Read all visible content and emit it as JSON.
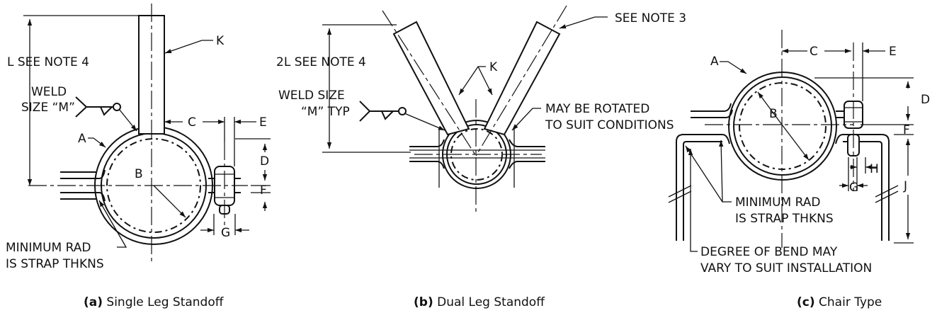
{
  "panel_a": {
    "label_l": "L SEE NOTE 4",
    "label_weld_1": "WELD",
    "label_weld_2": "SIZE “M”",
    "label_k": "K",
    "label_c": "C",
    "label_e": "E",
    "label_a": "A",
    "label_b": "B",
    "label_d": "D",
    "label_f": "F",
    "label_g": "G",
    "label_minrad_1": "MINIMUM RAD",
    "label_minrad_2": "IS STRAP THKNS",
    "caption_bold": "(a)",
    "caption_text": " Single Leg Standoff"
  },
  "panel_b": {
    "label_note3": "SEE NOTE 3",
    "label_2l": "2L SEE NOTE 4",
    "label_k": "K",
    "label_weld_1": "WELD SIZE",
    "label_weld_2": "“M” TYP",
    "label_rot_1": "MAY BE ROTATED",
    "label_rot_2": "TO SUIT CONDITIONS",
    "caption_bold": "(b)",
    "caption_text": " Dual Leg Standoff"
  },
  "panel_c": {
    "label_c": "C",
    "label_e": "E",
    "label_a": "A",
    "label_b": "B",
    "label_d": "D",
    "label_f": "F",
    "label_h": "H",
    "label_g": "G",
    "label_j": "J",
    "label_minrad_1": "MINIMUM RAD",
    "label_minrad_2": "IS STRAP THKNS",
    "label_bend_1": "DEGREE OF BEND MAY",
    "label_bend_2": "VARY TO SUIT INSTALLATION",
    "caption_bold": "(c)",
    "caption_text": " Chair Type"
  }
}
